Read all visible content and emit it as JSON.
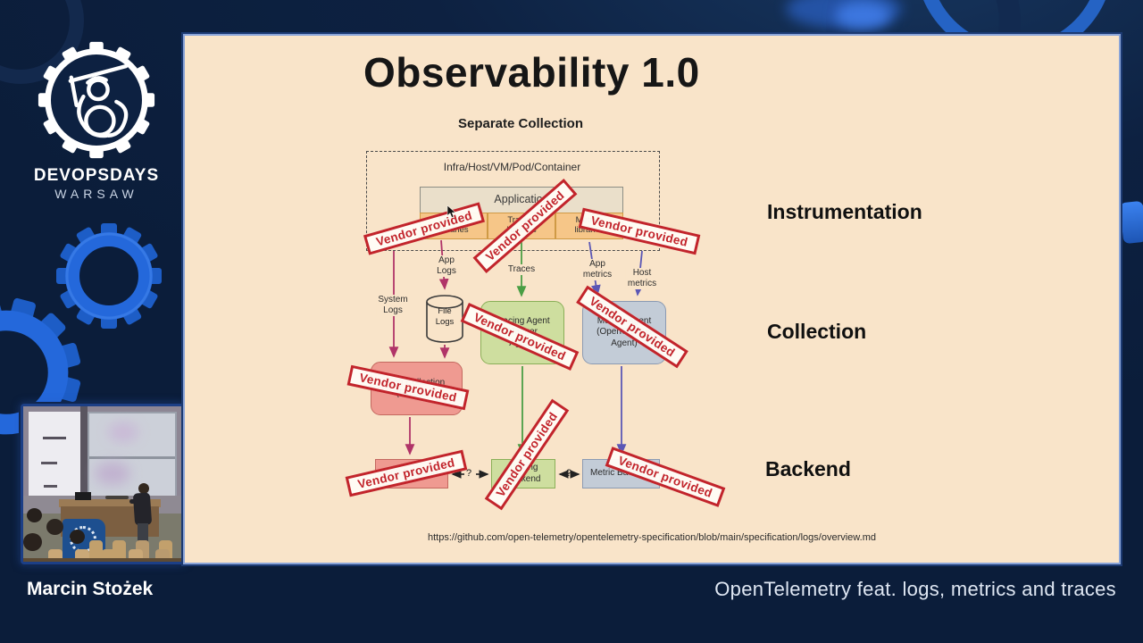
{
  "branding": {
    "logo_line1": "DEVOPSDAYS",
    "logo_line2": "WARSAW"
  },
  "footer": {
    "speaker": "Marcin Stożek",
    "talk_title": "OpenTelemetry feat. logs, metrics and traces"
  },
  "slide": {
    "title": "Observability 1.0",
    "subtitle": "Separate Collection",
    "source_url": "https://github.com/open-telemetry/opentelemetry-specification/blob/main/specification/logs/overview.md",
    "stages": [
      {
        "label": "Instrumentation"
      },
      {
        "label": "Collection"
      },
      {
        "label": "Backend"
      }
    ]
  },
  "diagram": {
    "infra_label": "Infra/Host/VM/Pod/Container",
    "application_label": "Application",
    "libraries": [
      {
        "label": "Logging\nlibraries"
      },
      {
        "label": "Tracing\nlibraries"
      },
      {
        "label": "Metrics\nlibraries"
      }
    ],
    "flow_labels": {
      "system_logs": "System\nLogs",
      "app_logs": "App\nLogs",
      "traces": "Traces",
      "app_metrics": "App\nmetrics",
      "host_metrics": "Host\nmetrics"
    },
    "nodes": {
      "file_logs": "File\nLogs",
      "tracing_agent": "Tracing Agent\n(Jaeger\nAgent)",
      "metrics_agent": "Metrics Agent\n(OpenCensus\nAgent)",
      "log_collection": "Log Collection\n(FluentBit)",
      "log_backend": "Log Backend",
      "tracing_backend": "Tracing\nBackend",
      "metric_backend": "Metric Backend"
    },
    "backend_link_label": "?",
    "stamp_label": "Vendor provided",
    "colors": {
      "logs": "#b03468",
      "traces": "#4a9e44",
      "metrics": "#5b57b5",
      "stamp": "#c2242b",
      "slide_bg": "#f9e4c9"
    }
  }
}
